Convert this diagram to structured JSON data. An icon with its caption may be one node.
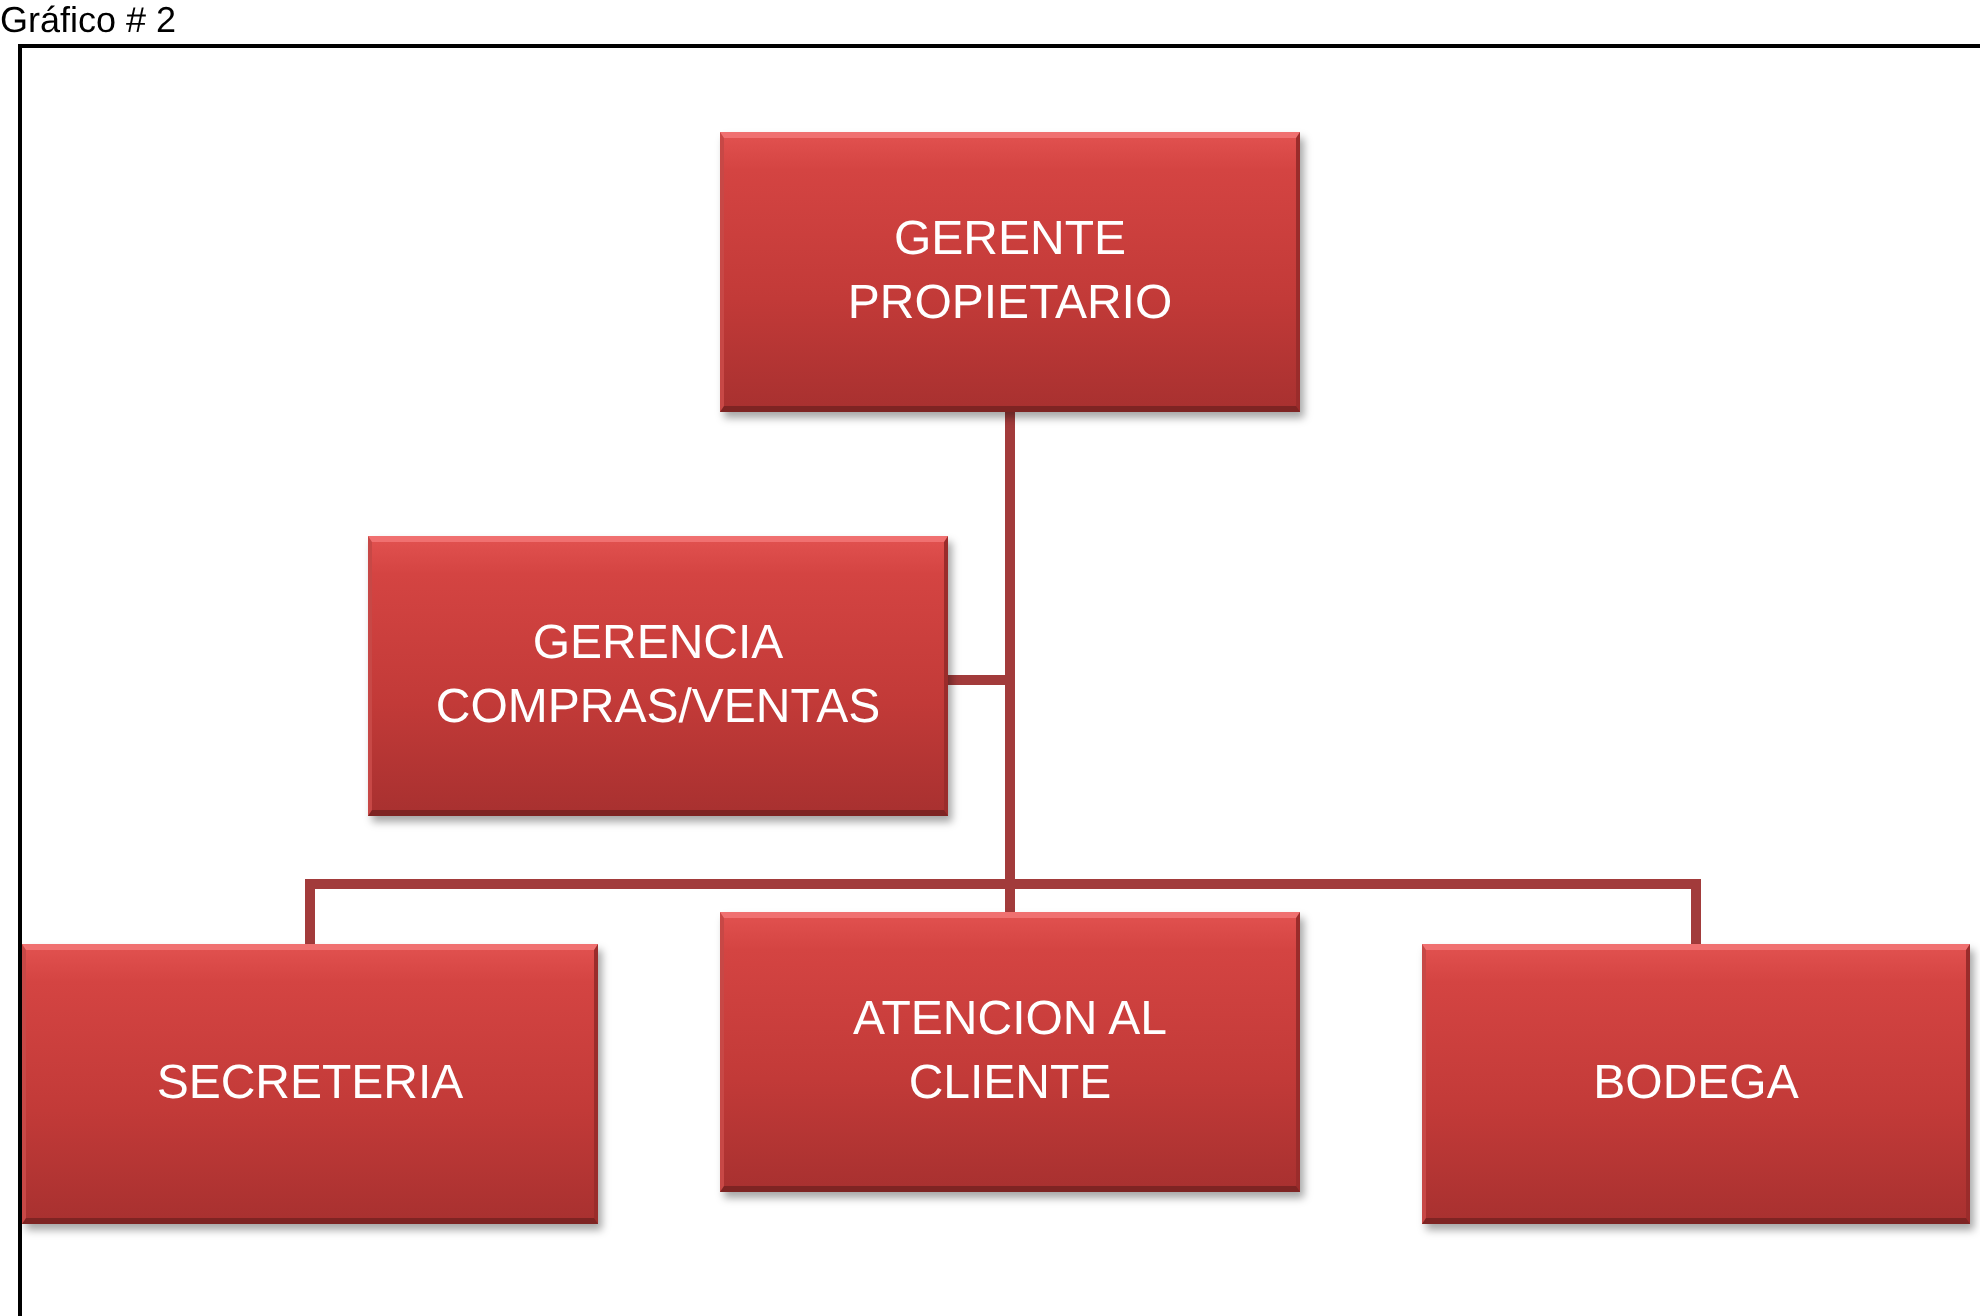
{
  "diagram": {
    "title": "Gráfico # 2",
    "nodes": [
      {
        "text": [
          "GERENTE PROPIETARIO"
        ]
      },
      {
        "text": [
          "GERENCIA COMPRAS/VENTAS"
        ]
      },
      {
        "text": [
          "SECRETERIA"
        ]
      },
      {
        "text": [
          "ATENCION AL CLIENTE"
        ]
      },
      {
        "text": [
          "BODEGA"
        ]
      }
    ],
    "edges": [
      {
        "from": 0,
        "to": 1,
        "arrow": "none"
      },
      {
        "from": 0,
        "to": 2,
        "arrow": "none"
      },
      {
        "from": 0,
        "to": 3,
        "arrow": "none"
      },
      {
        "from": 0,
        "to": 4,
        "arrow": "none"
      }
    ]
  }
}
